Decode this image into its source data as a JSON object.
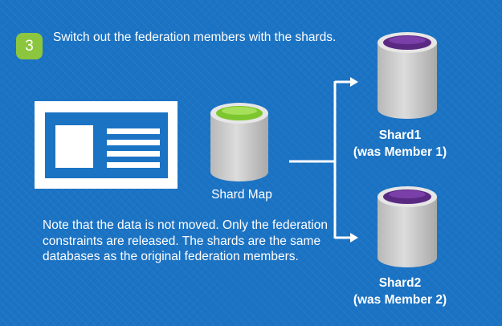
{
  "step": {
    "number": "3",
    "text": "Switch out the federation members with the shards."
  },
  "note": "Note that the data is not moved. Only the federation constraints are released. The shards are the same databases as the original federation members.",
  "shard_map": {
    "label": "Shard Map",
    "top_color": "#7dc62f"
  },
  "shards": [
    {
      "name": "Shard1",
      "subtitle": "(was Member 1)",
      "top_color": "#5a2a82"
    },
    {
      "name": "Shard2",
      "subtitle": "(was Member 2)",
      "top_color": "#5a2a82"
    }
  ],
  "colors": {
    "background": "#1b73c4",
    "accent": "#8cc63f",
    "cylinder_body": "#c9c9c9"
  },
  "icons": [
    "application-window-icon",
    "database-icon"
  ]
}
